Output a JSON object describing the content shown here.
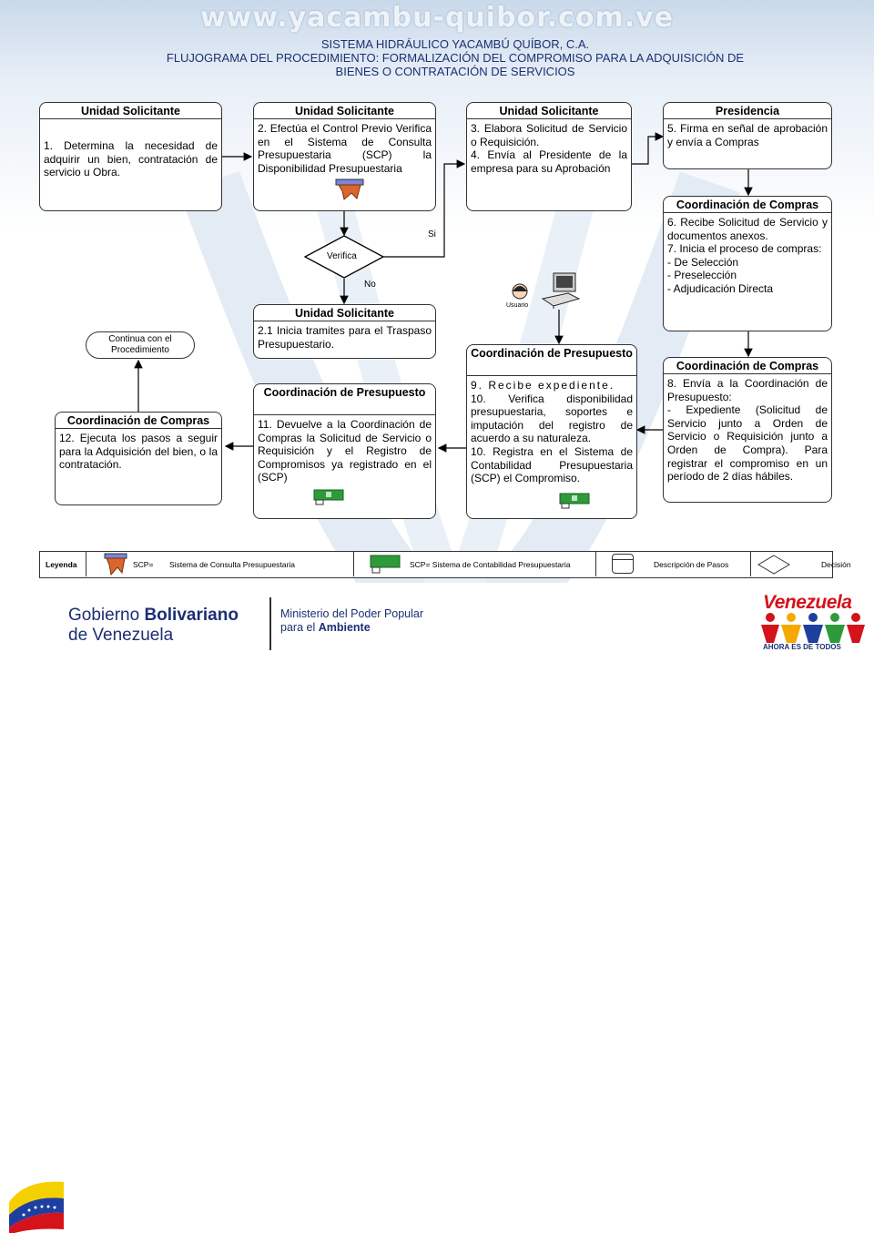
{
  "header": {
    "url": "www.yacambu-quibor.com.ve",
    "title_line1": "SISTEMA HIDRÁULICO YACAMBÚ QUÍBOR, C.A.",
    "title_line2": "FLUJOGRAMA DEL PROCEDIMIENTO: FORMALIZACIÓN DEL COMPROMISO PARA LA ADQUISICIÓN DE",
    "title_line3": "BIENES O CONTRATACIÓN DE SERVICIOS"
  },
  "steps": {
    "s1": {
      "header": "Unidad Solicitante",
      "lines": [
        "1. Determina la necesidad de adquirir un bien, contratación de servicio u Obra."
      ]
    },
    "s2": {
      "header": "Unidad Solicitante",
      "lines": [
        "2. Efectúa el Control Previo Verifica en el Sistema de Consulta Presupuestaria (SCP) la Disponibilidad Presupuestaria"
      ]
    },
    "s3": {
      "header": "Unidad Solicitante",
      "lines": [
        "3. Elabora Solicitud de Servicio o Requisición.",
        "4. Envía al Presidente de la empresa para su Aprobación"
      ]
    },
    "s5": {
      "header": "Presidencia",
      "lines": [
        "5. Firma en señal de aprobación y envía a Compras"
      ]
    },
    "s6": {
      "header": "Coordinación de Compras",
      "lines": [
        "6. Recibe Solicitud de Servicio y documentos anexos.",
        "7. Inicia el proceso de compras:",
        "- De Selección",
        "- Preselección",
        "- Adjudicación Directa"
      ]
    },
    "s21": {
      "header": "Unidad Solicitante",
      "lines": [
        "2.1 Inicia tramites para el Traspaso Presupuestario."
      ]
    },
    "s8": {
      "header": "Coordinación de Compras",
      "lines": [
        "8. Envía a la Coordinación de Presupuesto:",
        "- Expediente (Solicitud de Servicio junto a Orden de Servicio o Requisición junto a Orden de Compra). Para registrar el compromiso en un período de 2 días hábiles."
      ]
    },
    "s9": {
      "header": "Coordinación de Presupuesto",
      "lines": [
        "9. Recibe expediente.",
        "10. Verifica disponibilidad presupuestaria, soportes e imputación del registro de acuerdo a su naturaleza.",
        "10. Registra en el Sistema de Contabilidad Presupuestaria (SCP) el Compromiso."
      ]
    },
    "s11": {
      "header": "Coordinación de Presupuesto",
      "lines": [
        "11. Devuelve a la Coordinación de Compras la Solicitud de Servicio o Requisición y el Registro de Compromisos ya registrado en el (SCP)"
      ]
    },
    "s12": {
      "header": "Coordinación de Compras",
      "lines": [
        "12. Ejecuta los pasos a seguir para la Adquisición del bien, o la contratación."
      ]
    }
  },
  "decision": {
    "label": "Verifica",
    "yes": "Si",
    "no": "No"
  },
  "continua": "Continua con el Procedimiento",
  "usuario": "Usuario",
  "legend": {
    "title": "Leyenda",
    "scp1_code": "SCP=",
    "scp1_desc": "Sistema de Consulta Presupuestaria",
    "scp2": "SCP= Sistema de Contabilidad Presupuestaria",
    "desc_pasos": "Descripción de Pasos",
    "decision": "Decisión"
  },
  "footer": {
    "gob_line1_a": "Gobierno",
    "gob_line1_b": "Bolivariano",
    "gob_line2": "de Venezuela",
    "min_line1": "Ministerio del Poder Popular",
    "min_line2_a": "para el",
    "min_line2_b": "Ambiente",
    "brand": "Venezuela",
    "brand_tagline": "AHORA ES DE TODOS"
  },
  "colors": {
    "title": "#1c2f72",
    "brand_red": "#d4131b",
    "flag_yellow": "#f5d000",
    "flag_blue": "#1f3fa0",
    "flag_red": "#d4131b"
  }
}
